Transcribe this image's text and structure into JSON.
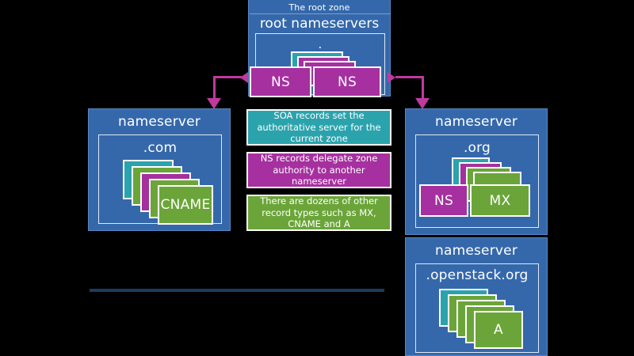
{
  "diagram": {
    "title": "DNS zone delegation diagram",
    "background": "#000000"
  },
  "colors": {
    "zone_blue": "#3568ab",
    "teal": "#2ba3ad",
    "green": "#6ba539",
    "magenta": "#a6309f",
    "arrow": "#c0399f",
    "rule": "#1e3a5f",
    "text": "#ffffff"
  },
  "root_zone": {
    "label": "The root zone",
    "title": "root nameservers",
    "zone_name": ".",
    "records": [
      {
        "type": "",
        "color": "teal"
      },
      {
        "type": "",
        "color": "magenta"
      },
      {
        "type": "",
        "color": "magenta"
      },
      {
        "type": "NS",
        "color": "magenta"
      },
      {
        "type": "NS",
        "color": "magenta"
      }
    ]
  },
  "com_zone": {
    "title": "nameserver",
    "zone_name": ".com",
    "records": [
      {
        "type": "",
        "color": "teal"
      },
      {
        "type": "",
        "color": "green"
      },
      {
        "type": "",
        "color": "magenta"
      },
      {
        "type": "",
        "color": "green"
      },
      {
        "type": "CNAME",
        "color": "green"
      }
    ]
  },
  "org_zone": {
    "title": "nameserver",
    "zone_name": ".org",
    "records": [
      {
        "type": "",
        "color": "teal"
      },
      {
        "type": "",
        "color": "magenta"
      },
      {
        "type": "",
        "color": "green"
      },
      {
        "type": "",
        "color": "green"
      },
      {
        "type": "NS",
        "color": "magenta"
      },
      {
        "type": "MX",
        "color": "green"
      }
    ]
  },
  "openstack_zone": {
    "title": "nameserver",
    "zone_name": ".openstack.org",
    "records": [
      {
        "type": "",
        "color": "teal"
      },
      {
        "type": "",
        "color": "green"
      },
      {
        "type": "",
        "color": "green"
      },
      {
        "type": "",
        "color": "green"
      },
      {
        "type": "A",
        "color": "green"
      }
    ]
  },
  "legend": [
    {
      "id": "soa",
      "color": "#2ba3ad",
      "text": "SOA records set the authoritative server for the current zone"
    },
    {
      "id": "ns",
      "color": "#a6309f",
      "text": "NS records delegate zone authority to another nameserver"
    },
    {
      "id": "other",
      "color": "#6ba539",
      "text": "There are dozens of other record types such as MX, CNAME and A"
    }
  ],
  "connectors": [
    {
      "from": "root-ns-left",
      "to": "com-zone",
      "style": "elbow-left-down"
    },
    {
      "from": "root-ns-right",
      "to": "org-zone",
      "style": "elbow-right-down"
    },
    {
      "from": "org-ns",
      "to": "openstack-zone",
      "style": "straight-down"
    }
  ]
}
